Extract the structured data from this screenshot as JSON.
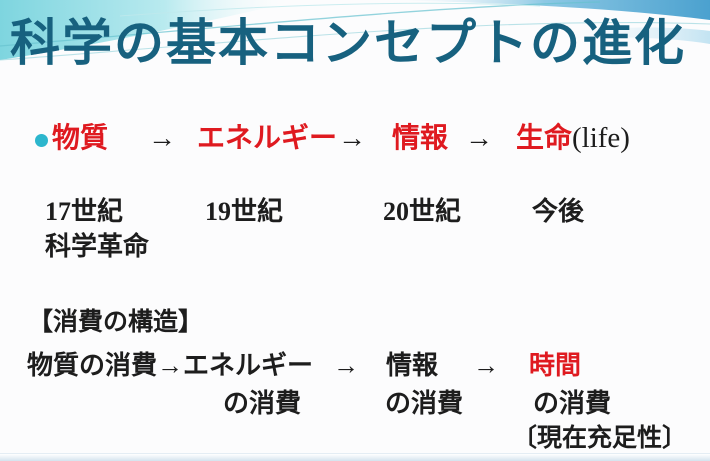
{
  "colors": {
    "title_teal": "#17617f",
    "accent_red": "#df1a20",
    "body_text": "#1d1d1d",
    "bullet_cyan": "#2cb6cd",
    "header_cyan": "#7ed5df",
    "header_blue": "#4ba1cf"
  },
  "title": "科学の基本コンセプトの進化",
  "evolution": {
    "term_matter": "物質",
    "arrow1": "→",
    "term_energy": "エネルギー",
    "arrow2": "→",
    "term_info": "情報",
    "arrow3": "→",
    "term_life": "生命",
    "life_suffix": "(life)"
  },
  "timeline": {
    "era1": "17世紀",
    "era2": "19世紀",
    "era3": "20世紀",
    "era4": "今後",
    "era1_note": "科学革命"
  },
  "consumption": {
    "heading": "【消費の構造】",
    "chain_start": "物質の消費→エネルギー",
    "arrow2": "→",
    "term_info": "情報",
    "arrow3": "→",
    "term_time": "時間",
    "suffix1": "の消費",
    "suffix2": "の消費",
    "suffix3": "の消費",
    "note": "〔現在充足性〕"
  }
}
